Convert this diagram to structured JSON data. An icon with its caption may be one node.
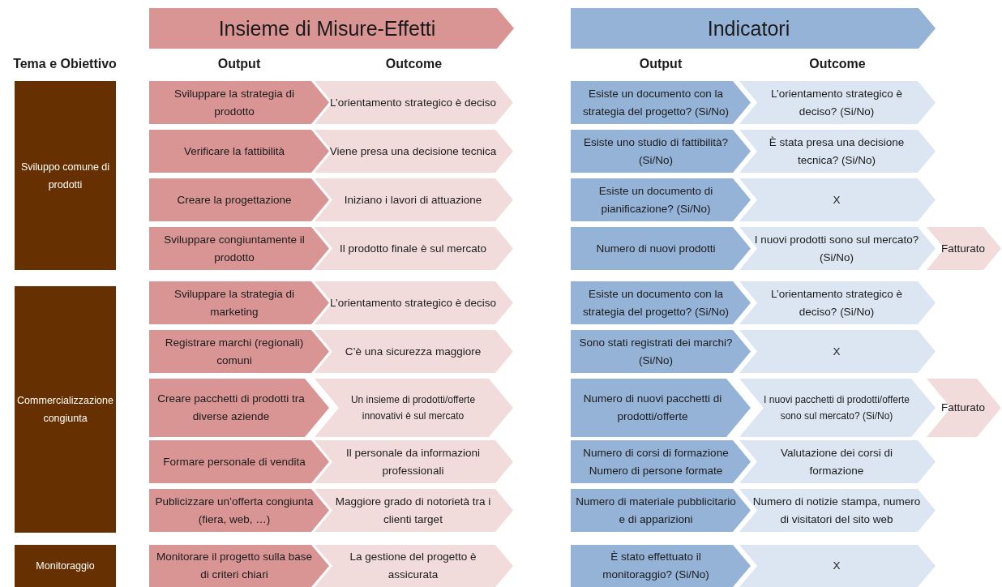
{
  "diagram": {
    "nodes": [
      {
        "text": [
          "Insieme di Misure-Effetti"
        ]
      },
      {
        "text": [
          "Indicatori"
        ]
      },
      {
        "text": [
          "Sviluppo comune di prodotti"
        ]
      },
      {
        "text": [
          "Sviluppare la strategia di prodotto"
        ]
      },
      {
        "text": [
          "L’orientamento strategico è deciso"
        ]
      },
      {
        "text": [
          "Esiste un documento con la strategia del progetto? (Si/No)"
        ]
      },
      {
        "text": [
          "L’orientamento strategico è deciso? (Si/No)"
        ]
      },
      {
        "text": [
          "Verificare la fattibilità"
        ]
      },
      {
        "text": [
          "Viene presa una decisione tecnica"
        ]
      },
      {
        "text": [
          "Esiste uno studio di fattibilità? (Si/No)"
        ]
      },
      {
        "text": [
          "È stata presa una decisione tecnica? (Si/No)"
        ]
      },
      {
        "text": [
          "Creare la progettazione"
        ]
      },
      {
        "text": [
          "Iniziano i lavori di attuazione"
        ]
      },
      {
        "text": [
          "Esiste un documento di pianificazione? (Si/No)"
        ]
      },
      {
        "text": [
          "X"
        ]
      },
      {
        "text": [
          "Sviluppare congiuntamente il prodotto"
        ]
      },
      {
        "text": [
          "Il prodotto finale è sul mercato"
        ]
      },
      {
        "text": [
          "Numero di nuovi prodotti"
        ]
      },
      {
        "text": [
          "I nuovi prodotti sono sul mercato? (Si/No)"
        ]
      },
      {
        "text": [
          "Fatturato"
        ]
      },
      {
        "text": [
          "Commercializzazione congiunta"
        ]
      },
      {
        "text": [
          "Sviluppare la strategia di marketing"
        ]
      },
      {
        "text": [
          "L’orientamento strategico è deciso"
        ]
      },
      {
        "text": [
          "Esiste un documento con la strategia del progetto? (Si/No)"
        ]
      },
      {
        "text": [
          "L’orientamento strategico è deciso? (Si/No)"
        ]
      },
      {
        "text": [
          "Registrare marchi (regionali) comuni"
        ]
      },
      {
        "text": [
          "C’è una sicurezza maggiore"
        ]
      },
      {
        "text": [
          "Sono stati registrati dei marchi? (Si/No)"
        ]
      },
      {
        "text": [
          "X"
        ]
      },
      {
        "text": [
          "Creare pacchetti di prodotti tra diverse aziende"
        ]
      },
      {
        "text": [
          "Un insieme di prodotti/offerte innovativi è sul mercato"
        ]
      },
      {
        "text": [
          "Numero di nuovi pacchetti di prodotti/offerte"
        ]
      },
      {
        "text": [
          "I nuovi pacchetti di prodotti/offerte sono sul mercato? (Si/No)"
        ]
      },
      {
        "text": [
          "Fatturato"
        ]
      },
      {
        "text": [
          "Formare personale di vendita"
        ]
      },
      {
        "text": [
          "Il personale da informazioni professionali"
        ]
      },
      {
        "text": [
          "Numero di corsi di formazione Numero di persone formate"
        ]
      },
      {
        "text": [
          "Valutazione dei corsi di formazione"
        ]
      },
      {
        "text": [
          "Publicizzare un’offerta congiunta (fiera, web, …)"
        ]
      },
      {
        "text": [
          "Maggiore grado di notorietà tra i clienti target"
        ]
      },
      {
        "text": [
          "Numero di materiale pubblicitario e di apparizioni"
        ]
      },
      {
        "text": [
          "Numero di notizie stampa, numero di visitatori del sito web"
        ]
      },
      {
        "text": [
          "Monitoraggio"
        ]
      },
      {
        "text": [
          "Monitorare il progetto sulla base di criteri chiari"
        ]
      },
      {
        "text": [
          "La gestione del progetto è assicurata"
        ]
      },
      {
        "text": [
          "È stato effettuato il monitoraggio? (Si/No)"
        ]
      },
      {
        "text": [
          "X"
        ]
      }
    ],
    "labels": [
      "Tema e Obiettivo",
      "Output",
      "Outcome",
      "Output",
      "Outcome"
    ]
  }
}
